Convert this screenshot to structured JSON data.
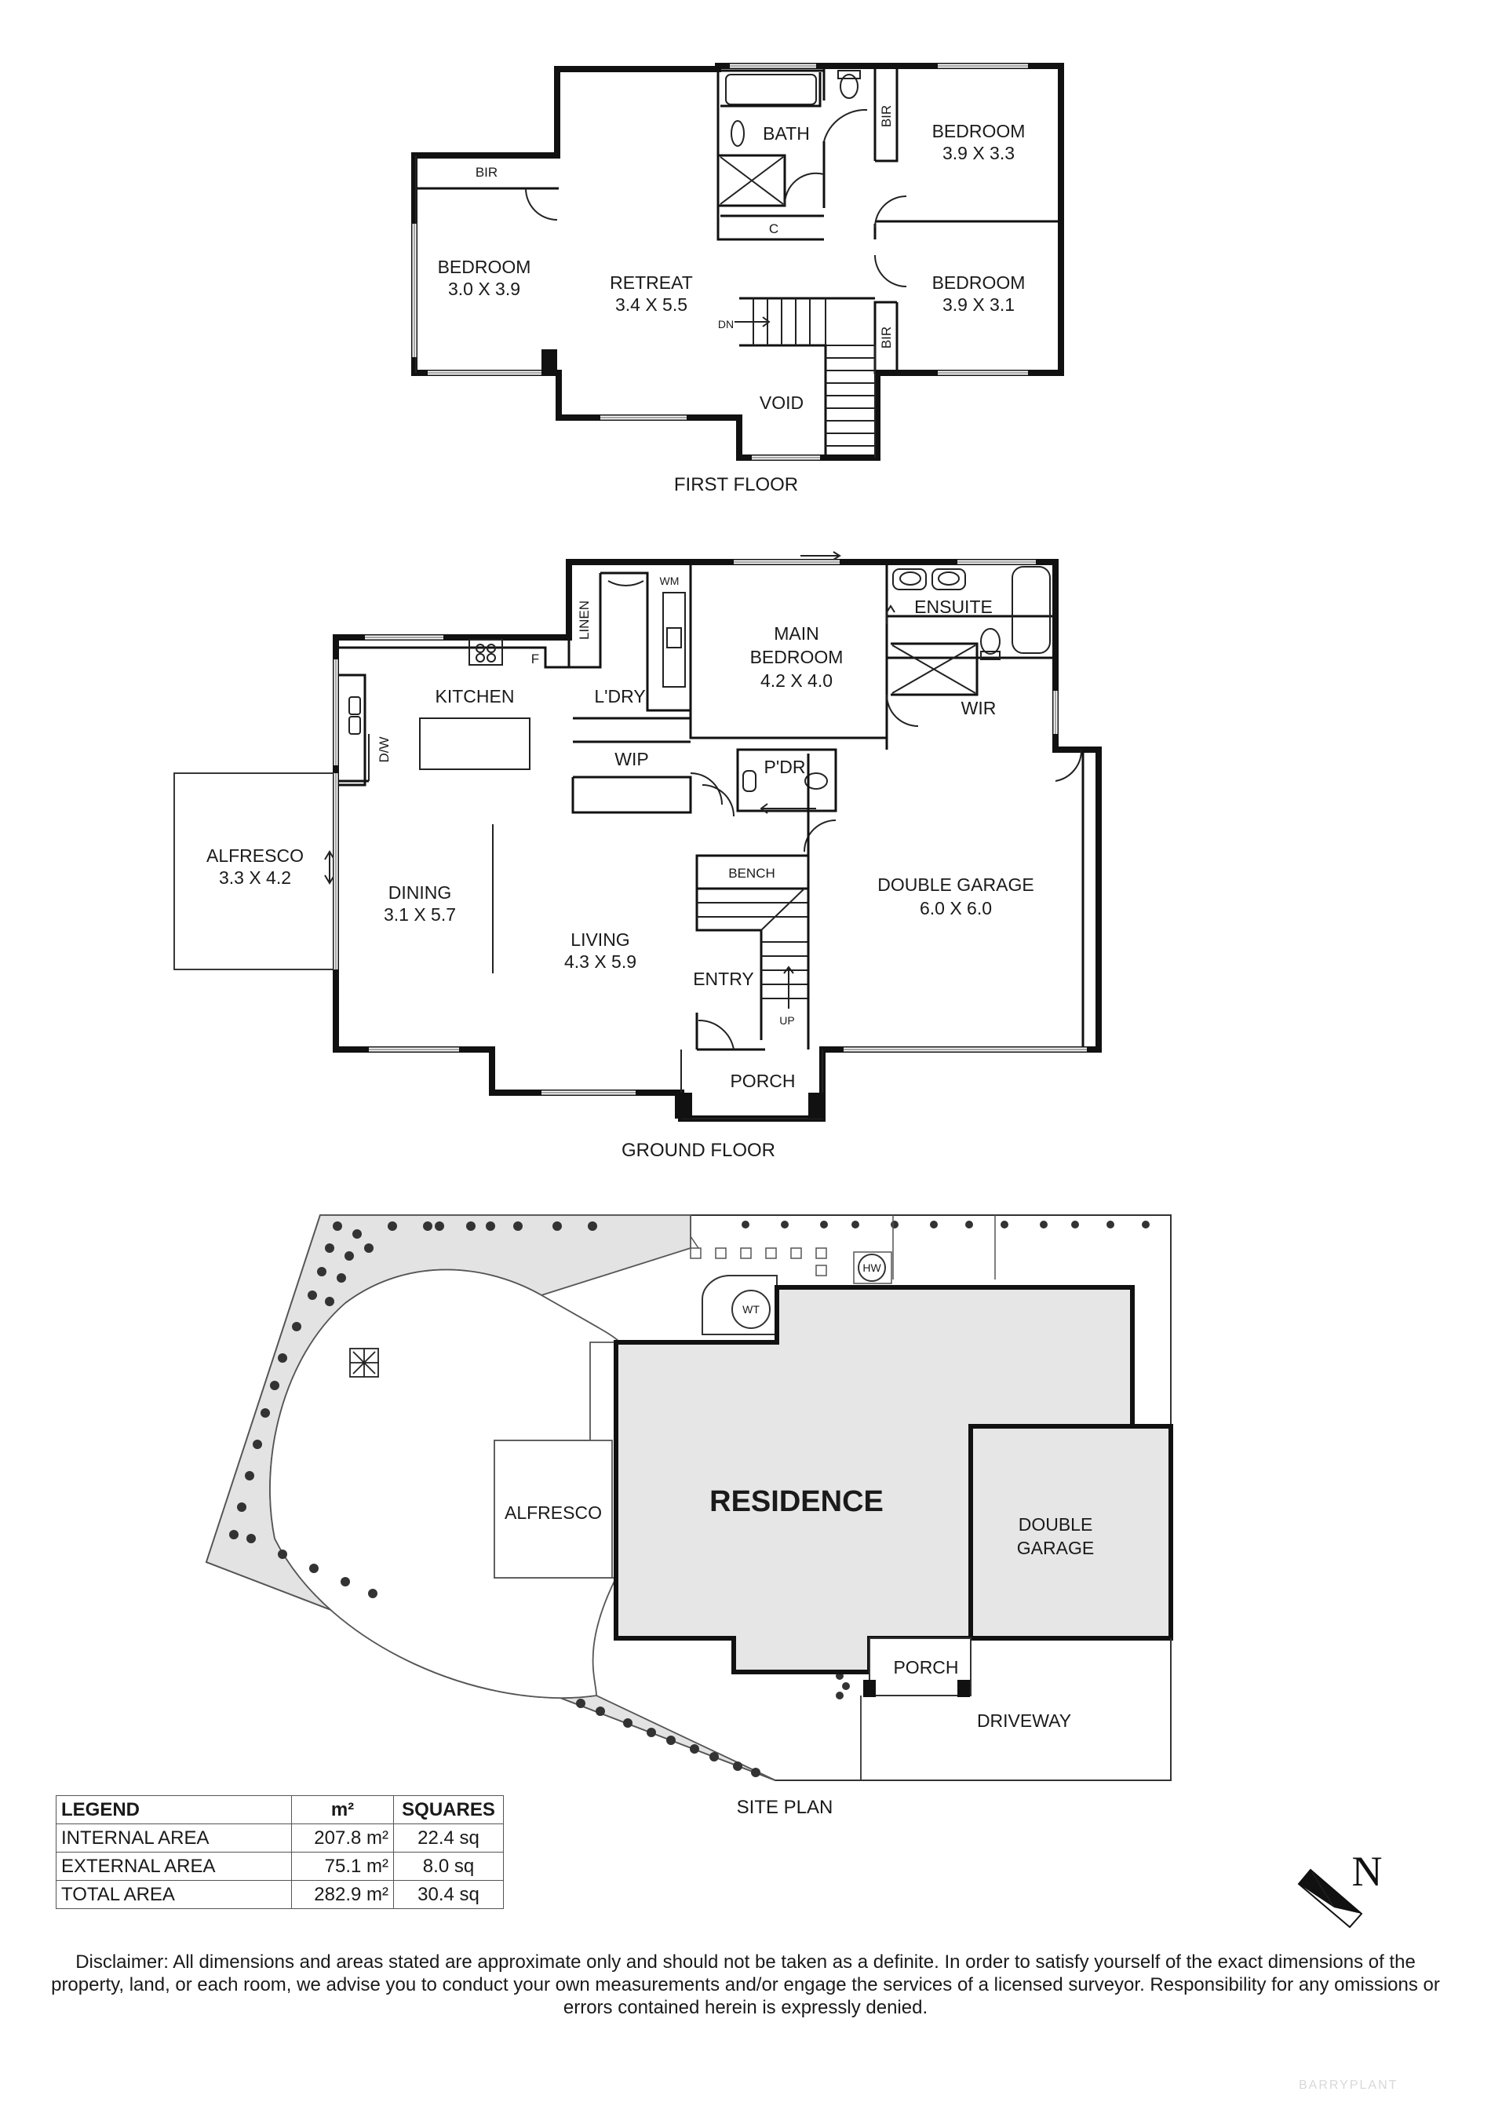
{
  "first_floor": {
    "caption": "FIRST FLOOR",
    "rooms": {
      "bedroom_left": {
        "name": "BEDROOM",
        "size": "3.0 X 3.9"
      },
      "retreat": {
        "name": "RETREAT",
        "size": "3.4 X 5.5"
      },
      "bath": "BATH",
      "bedroom_top": {
        "name": "BEDROOM",
        "size": "3.9 X 3.3"
      },
      "bedroom_mid": {
        "name": "BEDROOM",
        "size": "3.9 X 3.1"
      },
      "void": "VOID",
      "bir": "BIR",
      "cupboard": "C",
      "stairs_dn": "DN"
    }
  },
  "ground_floor": {
    "caption": "GROUND FLOOR",
    "rooms": {
      "kitchen": "KITCHEN",
      "dw": "D/W",
      "fridge": "F",
      "linen": "LINEN",
      "wm": "WM",
      "laundry": "L'DRY",
      "wip": "WIP",
      "main_bedroom": {
        "name": "MAIN",
        "name2": "BEDROOM",
        "size": "4.2 X 4.0"
      },
      "ensuite": "ENSUITE",
      "wir": "WIR",
      "alfresco": {
        "name": "ALFRESCO",
        "size": "3.3 X 4.2"
      },
      "dining": {
        "name": "DINING",
        "size": "3.1 X 5.7"
      },
      "living": {
        "name": "LIVING",
        "size": "4.3 X 5.9"
      },
      "powder": "P'DR",
      "bench": "BENCH",
      "entry": "ENTRY",
      "stairs_up": "UP",
      "garage": {
        "name": "DOUBLE GARAGE",
        "size": "6.0 X 6.0"
      },
      "porch": "PORCH"
    }
  },
  "site_plan": {
    "caption": "SITE PLAN",
    "residence": "RESIDENCE",
    "alfresco": "ALFRESCO",
    "garage_line1": "DOUBLE",
    "garage_line2": "GARAGE",
    "porch": "PORCH",
    "driveway": "DRIVEWAY",
    "water_tank": "WT",
    "hot_water": "HW"
  },
  "north": "N",
  "legend": {
    "headers": [
      "LEGEND",
      "m²",
      "SQUARES"
    ],
    "rows": [
      {
        "label": "INTERNAL AREA",
        "m2": "207.8 m²",
        "squares": "22.4 sq"
      },
      {
        "label": "EXTERNAL AREA",
        "m2": "75.1 m²",
        "squares": "8.0 sq"
      },
      {
        "label": "TOTAL AREA",
        "m2": "282.9 m²",
        "squares": "30.4 sq"
      }
    ]
  },
  "disclaimer": "Disclaimer: All dimensions and areas stated are approximate only and should not be taken as a definite. In order to satisfy yourself of the exact dimensions of the property, land, or each room, we advise you to conduct your own measurements and/or engage the services of a licensed surveyor. Responsibility for any omissions or errors contained herein is expressly denied.",
  "watermark": "BARRYPLANT",
  "colors": {
    "wall": "#111111",
    "site_fill": "#e6e6e6",
    "path_fill": "#d9d9d9"
  }
}
